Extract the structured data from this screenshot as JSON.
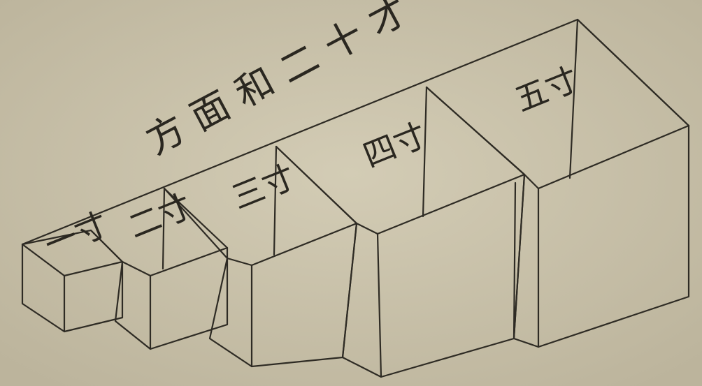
{
  "diagram": {
    "title": "方面和二十才",
    "blocks": [
      {
        "label": "一寸"
      },
      {
        "label": "二寸"
      },
      {
        "label": "三寸"
      },
      {
        "label": "四寸"
      },
      {
        "label": "五寸"
      }
    ]
  },
  "colors": {
    "paper": "#c9c2ab",
    "ink": "#2e2b24"
  }
}
